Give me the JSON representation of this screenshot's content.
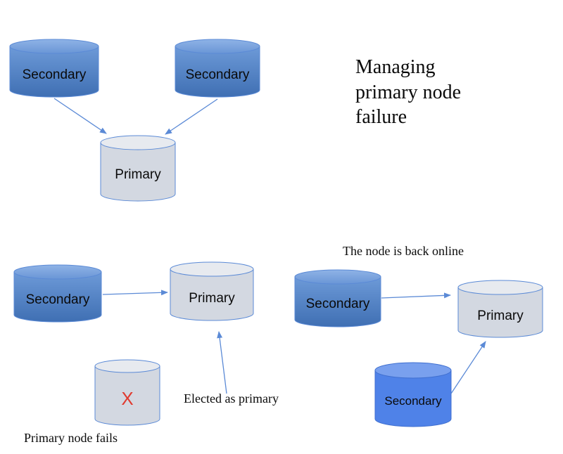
{
  "title": [
    "Managing",
    "primary node",
    "failure"
  ],
  "nodes": {
    "top_secondary_left": "Secondary",
    "top_secondary_right": "Secondary",
    "top_primary": "Primary",
    "mid_secondary": "Secondary",
    "mid_primary": "Primary",
    "failed_node_mark": "X",
    "right_secondary_top": "Secondary",
    "right_primary": "Primary",
    "right_secondary_bottom": "Secondary"
  },
  "captions": {
    "elected": "Elected as primary",
    "fails": "Primary node fails",
    "back_online": "The node is back online"
  },
  "colors": {
    "secondary_dark": "#4f7fc0",
    "secondary_bright": "#4f82e8",
    "primary_fill": "#d3d8e1",
    "stroke": "#5b8ad6",
    "arrow": "#5b8ad6",
    "fail_mark": "#e03a2f"
  }
}
